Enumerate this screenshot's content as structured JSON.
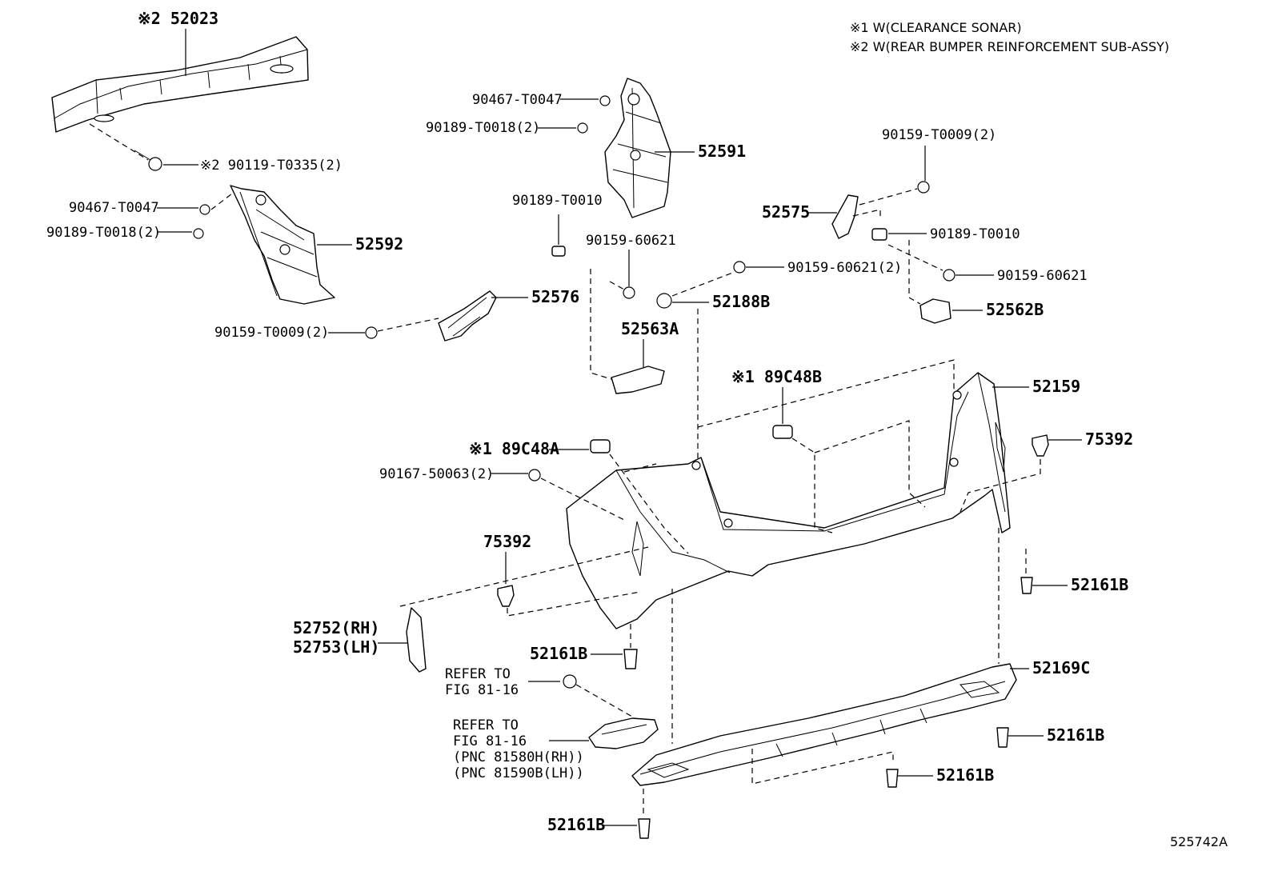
{
  "notes": {
    "note1": "※1 W(CLEARANCE SONAR)",
    "note2": "※2 W(REAR BUMPER REINFORCEMENT SUB-ASSY)"
  },
  "figure_id": "525742A",
  "labels": {
    "p52023": "※2 52023",
    "p90119": "※2 90119-T0335(2)",
    "p90467a": "90467-T0047",
    "p90189a": "90189-T0018(2)",
    "p52591": "52591",
    "p90467b": "90467-T0047",
    "p90189b": "90189-T0018(2)",
    "p52592": "52592",
    "p90189c": "90189-T0010",
    "p90159a": "90159-60621",
    "p52576": "52576",
    "p90159b": "90159-T0009(2)",
    "p90159c": "90159-60621(2)",
    "p52188B": "52188B",
    "p52563A": "52563A",
    "p90159d": "90159-T0009(2)",
    "p52575": "52575",
    "p90189d": "90189-T0010",
    "p90159e": "90159-60621",
    "p52562B": "52562B",
    "p89C48B": "※1 89C48B",
    "p52159": "52159",
    "p75392a": "75392",
    "p89C48A": "※1 89C48A",
    "p90167": "90167-50063(2)",
    "p75392b": "75392",
    "p52161B_a": "52161B",
    "p52752": "52752(RH)",
    "p52753": "52753(LH)",
    "p52161B_b": "52161B",
    "ref1a": "REFER TO",
    "ref1b": "FIG 81-16",
    "ref2a": "REFER TO",
    "ref2b": "FIG 81-16",
    "ref2c": "(PNC 81580H(RH))",
    "ref2d": "(PNC 81590B(LH))",
    "p52169C": "52169C",
    "p52161B_c": "52161B",
    "p52161B_d": "52161B",
    "p52161B_e": "52161B"
  }
}
